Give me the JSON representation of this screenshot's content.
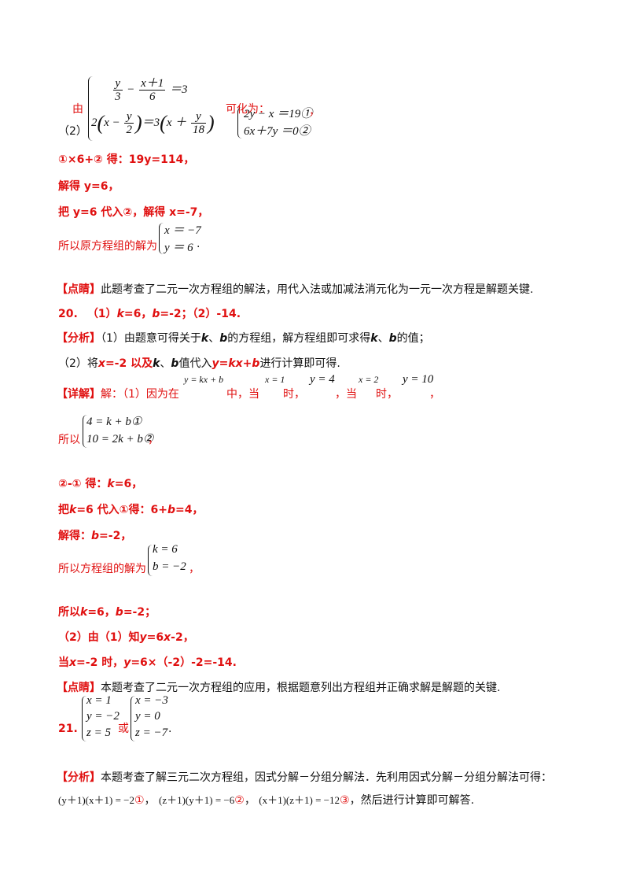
{
  "p2": {
    "num": "（2）",
    "you": "由",
    "eq1": {
      "n1": "y",
      "d1": "3",
      "minus": "−",
      "n2": "x＋1",
      "d2": "6",
      "rhs": "＝3"
    },
    "eq2": {
      "a": "2",
      "lp": "(",
      "x": "x −",
      "n": "y",
      "d": "2",
      "rp": ")",
      "eq": "＝3",
      "lp2": "(",
      "x2": "x ＋",
      "n2": "y",
      "d2": "18",
      "rp2": ")"
    },
    "kehua": "可化为：",
    "r1": "2y − x ＝19①",
    "r2": "6x＋7y ＝0②",
    "comma": "，"
  },
  "s1": "①×6+② 得：19y=114，",
  "s2": "解得 y=6，",
  "s3": "把 y=6 代入②，解得 x=-7，",
  "sol": {
    "prefix": "所以原方程组的解为",
    "r1": "x ＝ −7",
    "r2": "y ＝ 6",
    "end": "."
  },
  "d19": {
    "tag": "【点睛】",
    "text": "此题考查了二元一次方程组的解法，用代入法或加减法消元化为一元一次方程是解题关键."
  },
  "q20": {
    "head": {
      "num": "20.",
      "p1": "（1）",
      "k": "k",
      "a1": "=6，",
      "b": "b",
      "a2": "=-2；（2）-14."
    },
    "fx": {
      "tag": "【分析】",
      "t1": "（1）由题意可得关于",
      "k": "k",
      "sep": "、",
      "b": "b",
      "t2": "的方程组，解方程组即可求得",
      "k2": "k",
      "sep2": "、",
      "b2": "b",
      "t3": "的值；"
    },
    "fx2": {
      "t1": "（2）将",
      "x": "x",
      "t2": "=-2 以及",
      "k": "k",
      "sep": "、",
      "b": "b",
      "t3": "值代入",
      "y": "y",
      "eq": "=",
      "kx": "kx",
      "plus": "+",
      "b2": "b",
      "t4": "进行计算即可得."
    },
    "xj": {
      "tag": "【详解】",
      "t1": "解：（1）因为在",
      "m1": "y = kx + b",
      "t2": "中，当",
      "m2": "x = 1",
      "t3": "时，",
      "m3": "y = 4",
      "t4": "，当",
      "m4": "x = 2",
      "t5": "时，",
      "m5": "y = 10",
      "t6": "，"
    },
    "sys": {
      "prefix": "所以",
      "r1": "4 = k + b①",
      "r2": "10 = 2k + b②",
      "end": "，"
    },
    "l1": {
      "p1": "②-① 得：",
      "k": "k",
      "p2": "=6，"
    },
    "l2": {
      "p1": "把",
      "k": "k",
      "p2": "=6 代入①得：6+",
      "b": "b",
      "p3": "=4，"
    },
    "l3": {
      "p1": "解得：",
      "b": "b",
      "p2": "=-2，"
    },
    "sol": {
      "prefix": "所以方程组的解为",
      "r1": "k = 6",
      "r2": "b = −2",
      "end": "，"
    },
    "l4": {
      "p1": "所以",
      "k": "k",
      "p2": "=6，",
      "b": "b",
      "p3": "=-2；"
    },
    "l5": {
      "p1": "（2）由（1）知",
      "y": "y",
      "p2": "=6",
      "x": "x",
      "p3": "-2，"
    },
    "l6": {
      "p1": "当",
      "x": "x",
      "p2": "=-2 时，",
      "y": "y",
      "p3": "=6×（-2）-2=-14."
    },
    "dj": {
      "tag": "【点睛】",
      "text": "本题考查了二元一次方程组的应用，根据题意列出方程组并正确求解是解题的关键."
    }
  },
  "q21": {
    "num": "21.",
    "s1": [
      "x = 1",
      "y = −2",
      "z = 5"
    ],
    "or": "或",
    "s2": [
      "x = −3",
      "y = 0",
      "z = −7"
    ],
    "end": ".",
    "fx": {
      "tag": "【分析】",
      "text": "本题考查了解三元二次方程组，因式分解－分组分解法．先利用因式分解－分组分解法可得："
    },
    "last": {
      "e1": "(y＋1)(x＋1) = −2",
      "c1": "①",
      "s1": "，",
      "e2": "(z＋1)(y＋1) = −6",
      "c2": "②",
      "s2": "，",
      "e3": "(x＋1)(z＋1) = −12",
      "c3": "③",
      "tail": "，然后进行计算即可解答."
    }
  }
}
